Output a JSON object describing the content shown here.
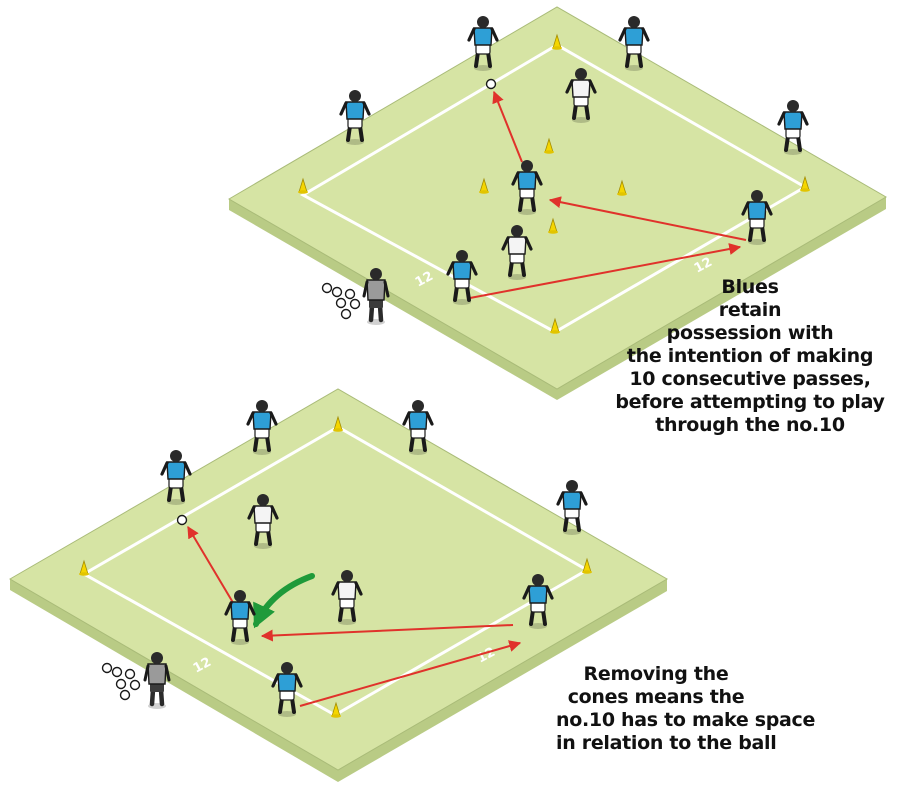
{
  "captions": {
    "top": [
      "Blues",
      "retain",
      "possession with",
      "the intention of making",
      "10 consecutive passes,",
      "before attempting to play",
      "through the no.10"
    ],
    "bottom": [
      "Removing the",
      "cones means the",
      "no.10 has to make space",
      "in relation to the ball"
    ]
  },
  "dimension_labels": {
    "top_left": "12",
    "top_right": "12",
    "bottom_left": "12",
    "bottom_right": "12"
  },
  "colors": {
    "pitch": "#d6e4a4",
    "pitch_edge": "#b9cb85",
    "lines": "#ffffff",
    "cone": "#f5d600",
    "blue_team": "#2e9fd6",
    "white_team": "#f4f4f4",
    "coach": "#9a9a9a",
    "pass_arrow": "#e0322b",
    "movement_arrow": "#1f9a3a"
  },
  "icons": {
    "cone": "cone-icon",
    "ball": "ball-icon",
    "player": "player-icon",
    "coach": "coach-icon"
  }
}
